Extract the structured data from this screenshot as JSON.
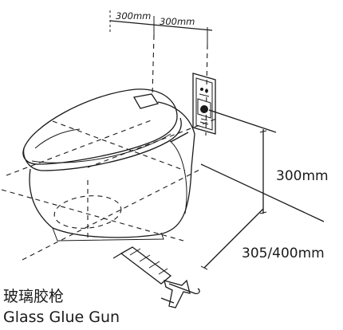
{
  "dimensions": {
    "top_left_spacing": "300mm",
    "top_right_spacing": "300mm",
    "outlet_height": "300mm",
    "wall_distance": "305/400mm"
  },
  "tool": {
    "label_cn": "玻璃胶枪",
    "label_en": "Glass Glue Gun"
  }
}
